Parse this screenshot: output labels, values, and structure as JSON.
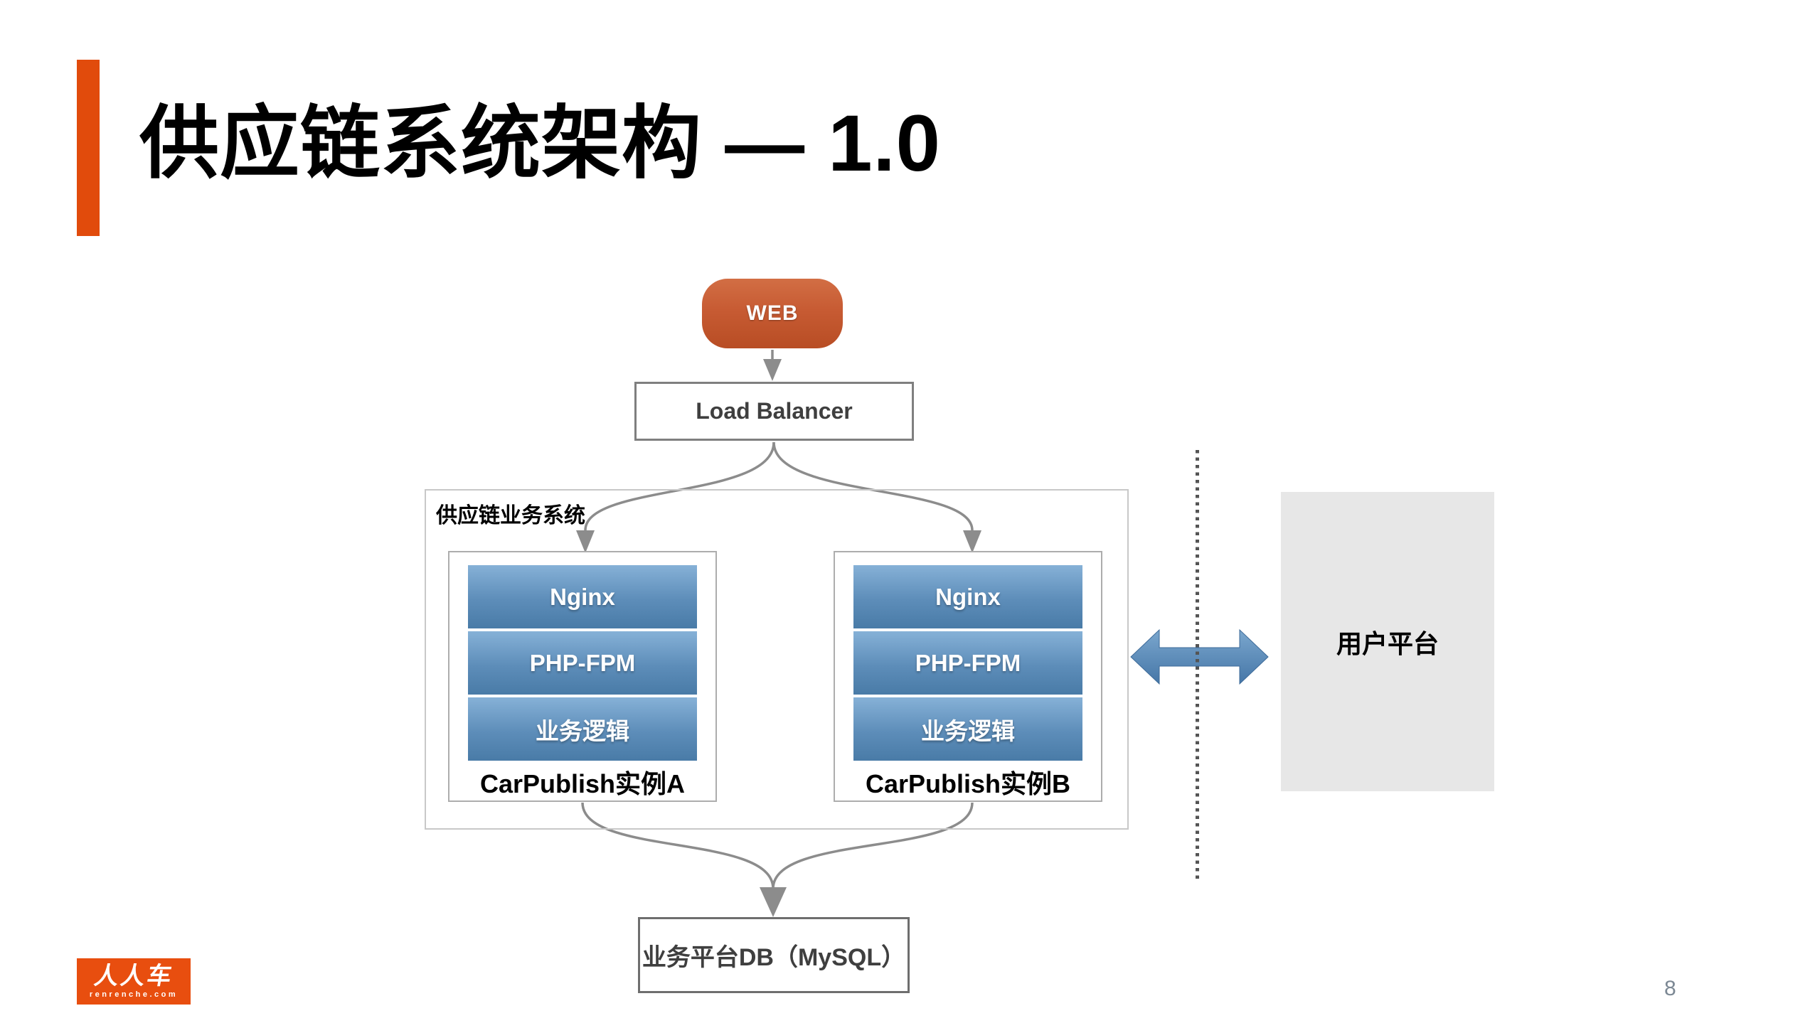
{
  "slide": {
    "title": "供应链系统架构 — 1.0",
    "page_number": "8"
  },
  "diagram": {
    "web_label": "WEB",
    "load_balancer_label": "Load Balancer",
    "container_label": "供应链业务系统",
    "instances": [
      {
        "label": "CarPublish实例A",
        "layers": [
          "Nginx",
          "PHP-FPM",
          "业务逻辑"
        ]
      },
      {
        "label": "CarPublish实例B",
        "layers": [
          "Nginx",
          "PHP-FPM",
          "业务逻辑"
        ]
      }
    ],
    "db_label": "业务平台DB（MySQL）",
    "user_platform_label": "用户平台"
  },
  "logo": {
    "name": "人人车",
    "domain": "renrenche.com"
  },
  "colors": {
    "accent_orange": "#E14B0C",
    "web_gradient_top": "#D26E44",
    "web_gradient_bottom": "#B84D24",
    "layer_gradient_top": "#86B1D7",
    "layer_gradient_bottom": "#497BA7",
    "double_arrow_blue": "#5E8CB8",
    "connector_gray": "#8C8C8C",
    "user_box_bg": "#E7E7E7",
    "dotted_line": "#545454",
    "box_text_gray": "#3F3F3F"
  }
}
